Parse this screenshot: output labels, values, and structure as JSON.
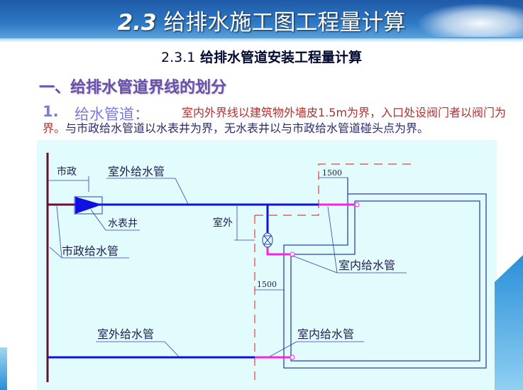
{
  "header": {
    "title_num": "2.3",
    "title_text": "给排水施工图工程量计算"
  },
  "subtitle": {
    "num": "2.3.1",
    "text": "给排水管道安装工程量计算"
  },
  "section": {
    "title": "一、给排水管道界线的划分"
  },
  "item": {
    "number": "1.",
    "label": "给水管道：",
    "desc_layer_a": "室内外界线以建筑物外墙皮1.5m为界，入口处设阀门者以阀门为界。",
    "desc_layer_b": "与市政给水管道以水表井为界，无水表井以与市政给水管道碰头点为界。"
  },
  "diagram": {
    "labels": {
      "municipal": "市政",
      "outdoor_pipe_top": "室外给水管",
      "meter_well": "水表井",
      "municipal_pipe": "市政给水管",
      "outdoor": "室外",
      "dim_top": "1500",
      "dim_mid": "1500",
      "indoor_pipe_right": "室内给水管",
      "outdoor_pipe_bottom": "室外给水管",
      "indoor_pipe_bottom": "室内给水管"
    },
    "colors": {
      "municipal": "#6b1030",
      "outdoor": "#1010e0",
      "indoor": "#ff20e0",
      "boundary": "#e04040",
      "building": "#3040b0"
    }
  }
}
